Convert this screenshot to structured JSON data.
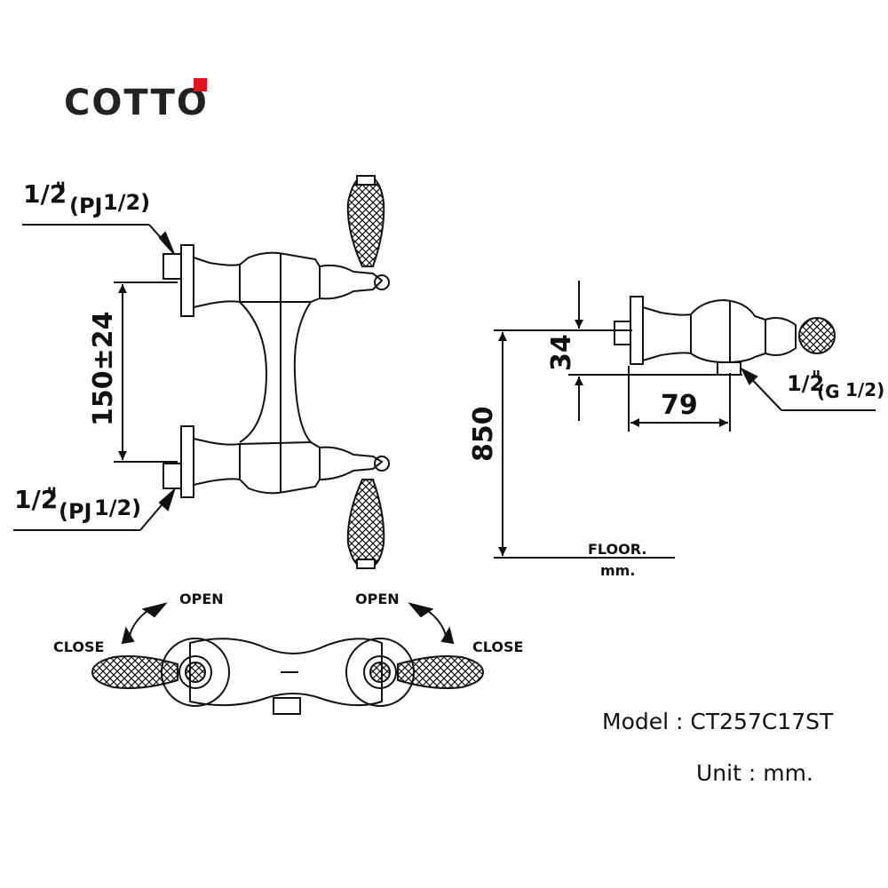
{
  "brand": {
    "logo_text": "COTTO",
    "accent_color": "#e1141b"
  },
  "front_view": {
    "top_inlet": {
      "fraction": "1/2",
      "inch_mark": "\"",
      "thread": "(PJ",
      "thread_fraction": "1/2)"
    },
    "bottom_inlet": {
      "fraction": "1/2",
      "inch_mark": "\"",
      "thread": "(PJ",
      "thread_fraction": "1/2)"
    },
    "spacing_dimension": "150±24"
  },
  "side_view": {
    "height_dimension": "850",
    "offset_dimension": "34",
    "depth_dimension": "79",
    "outlet": {
      "fraction": "1/2",
      "inch_mark": "\"",
      "thread": "(G",
      "thread_fraction": "1/2)"
    },
    "floor_label": "FLOOR.",
    "floor_unit": "mm."
  },
  "top_view": {
    "left_open": "OPEN",
    "left_close": "CLOSE",
    "right_open": "OPEN",
    "right_close": "CLOSE"
  },
  "info": {
    "model_label": "Model",
    "model_separator": ":",
    "model_value": "CT257C17ST",
    "unit_label": "Unit",
    "unit_separator": ":",
    "unit_value": "mm."
  }
}
